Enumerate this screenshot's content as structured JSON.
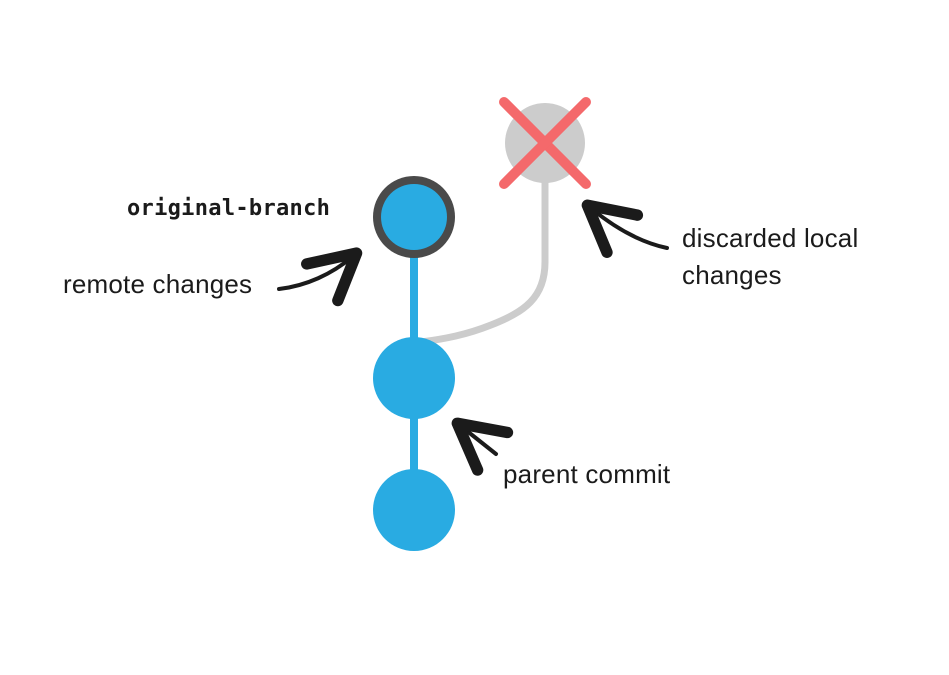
{
  "diagram": {
    "branch_label": "original-branch",
    "labels": {
      "remote_changes": "remote changes",
      "discarded_line1": "discarded local",
      "discarded_line2": "changes",
      "parent_commit": "parent commit"
    },
    "colors": {
      "commit_blue": "#29ABE2",
      "head_ring_gray": "#4A4A4A",
      "discarded_gray": "#CCCCCC",
      "cross_red": "#F4696B",
      "ink_black": "#1B1B1B",
      "background": "#FFFFFF"
    },
    "nodes": [
      {
        "name": "remote-head-commit",
        "shape": "ringed-circle"
      },
      {
        "name": "discarded-local-commit",
        "shape": "crossed-circle"
      },
      {
        "name": "parent-commit",
        "shape": "circle"
      },
      {
        "name": "initial-commit",
        "shape": "circle"
      }
    ]
  }
}
